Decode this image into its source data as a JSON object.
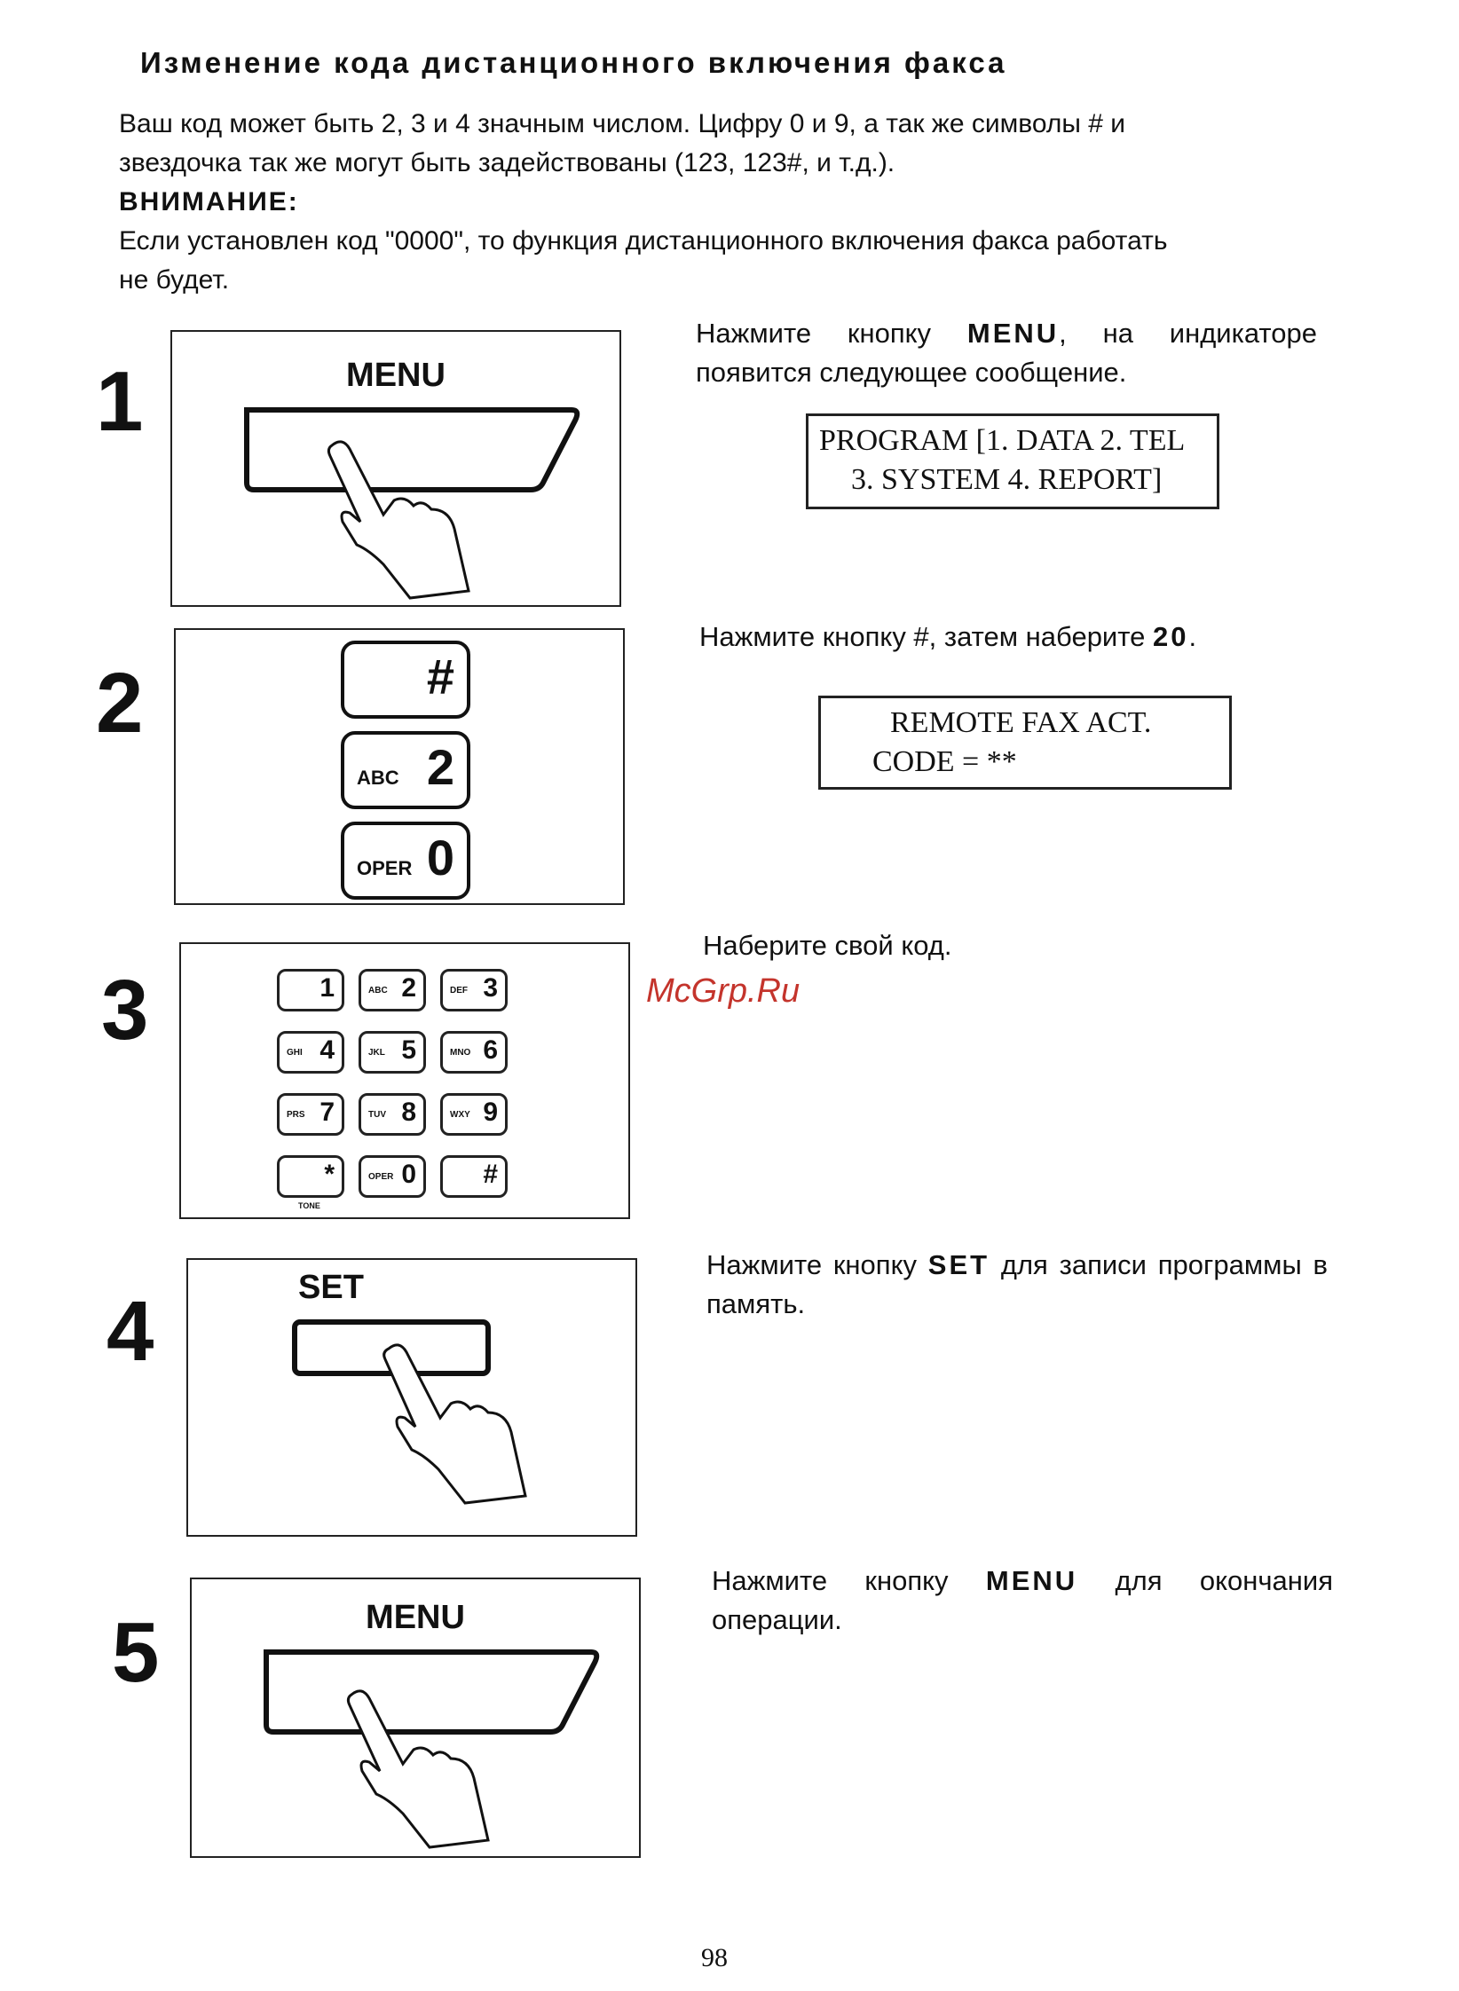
{
  "title": "Изменение кода дистанционного включения факса",
  "intro": {
    "line1": "Ваш код может быть 2, 3 и 4 значным числом. Цифру 0 и 9, а так же символы # и",
    "line2": "звездочка так же могут быть задействованы (123, 123#, и т.д.).",
    "warning_label": "ВНИМАНИЕ:",
    "warning_text_1": "Если установлен код \"0000\", то функция дистанционного включения факса работать",
    "warning_text_2": "не будет."
  },
  "steps": [
    {
      "number": "1",
      "button_label": "MENU",
      "instruction_pre": "Нажмите кнопку ",
      "instruction_bold": "MENU",
      "instruction_post": ", на индикаторе появится следующее сообщение.",
      "display_line1": "PROGRAM [1. DATA 2. TEL",
      "display_line2": "3. SYSTEM 4. REPORT]"
    },
    {
      "number": "2",
      "keys": [
        {
          "sub": "",
          "main": "#"
        },
        {
          "sub": "ABC",
          "main": "2"
        },
        {
          "sub": "OPER",
          "main": "0"
        }
      ],
      "instruction_pre": "Нажмите кнопку #, затем наберите ",
      "instruction_bold": "20",
      "instruction_post": ".",
      "display_line1": "REMOTE FAX ACT.",
      "display_line2": "CODE = **"
    },
    {
      "number": "3",
      "keypad": [
        {
          "sub": "",
          "digit": "1"
        },
        {
          "sub": "ABC",
          "digit": "2"
        },
        {
          "sub": "DEF",
          "digit": "3"
        },
        {
          "sub": "GHI",
          "digit": "4"
        },
        {
          "sub": "JKL",
          "digit": "5"
        },
        {
          "sub": "MNO",
          "digit": "6"
        },
        {
          "sub": "PRS",
          "digit": "7"
        },
        {
          "sub": "TUV",
          "digit": "8"
        },
        {
          "sub": "WXY",
          "digit": "9"
        },
        {
          "sub": "",
          "digit": "*"
        },
        {
          "sub": "OPER",
          "digit": "0"
        },
        {
          "sub": "",
          "digit": "#"
        }
      ],
      "tone_label": "TONE",
      "instruction": "Наберите свой код."
    },
    {
      "number": "4",
      "button_label": "SET",
      "instruction_pre": "Нажмите кнопку ",
      "instruction_bold": "SET",
      "instruction_post": " для записи программы в память."
    },
    {
      "number": "5",
      "button_label": "MENU",
      "instruction_pre": "Нажмите кнопку ",
      "instruction_bold": "MENU",
      "instruction_post": " для окончания операции."
    }
  ],
  "watermark": "McGrp.Ru",
  "page_number": "98"
}
